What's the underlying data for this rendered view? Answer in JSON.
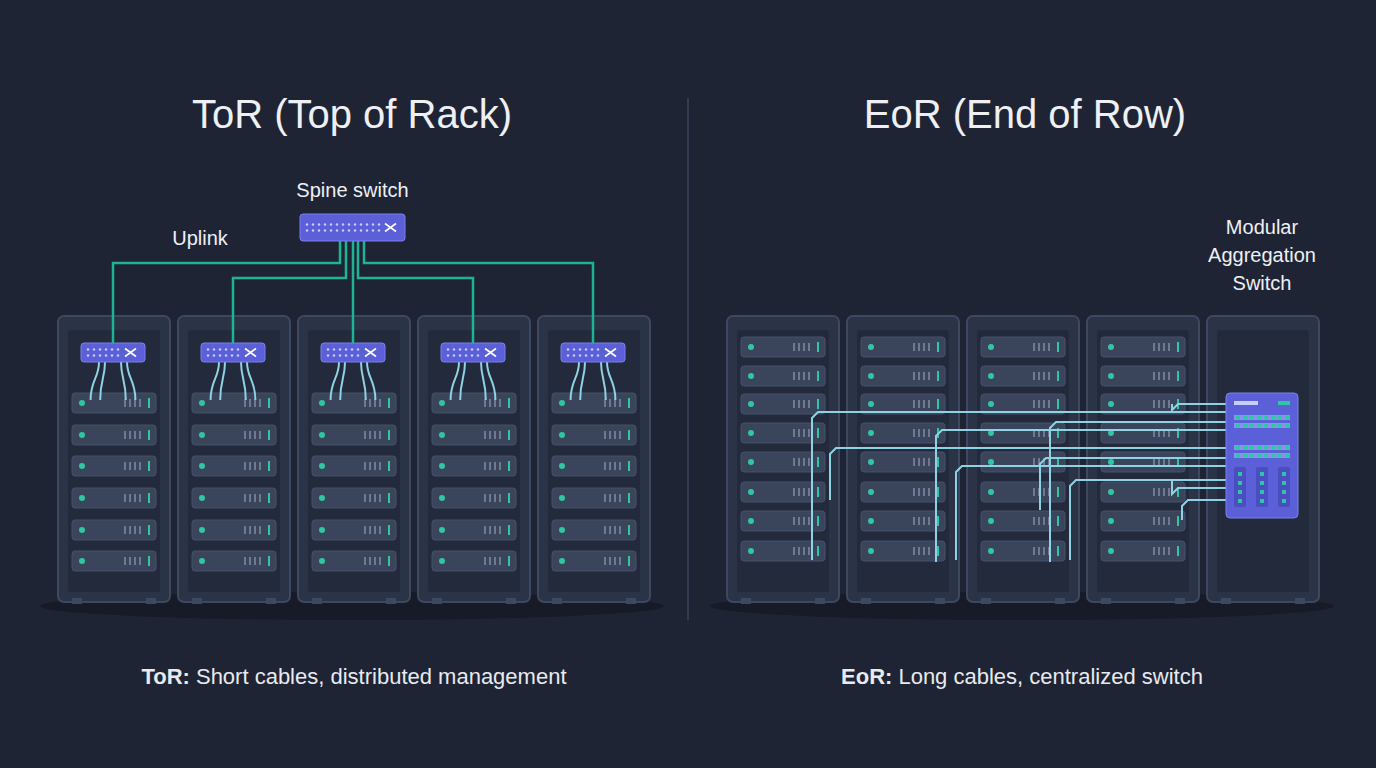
{
  "diagram": {
    "nodes": [
      {
        "text": [
          "Spine switch"
        ]
      },
      {
        "text": [
          "Modular Aggregation Switch"
        ]
      }
    ],
    "labels": [
      "ToR (Top of Rack)",
      "EoR (End of Row)",
      "Uplink",
      "ToR:",
      "Short cables, distributed management",
      "EoR:",
      "Long cables, centralized switch"
    ]
  }
}
